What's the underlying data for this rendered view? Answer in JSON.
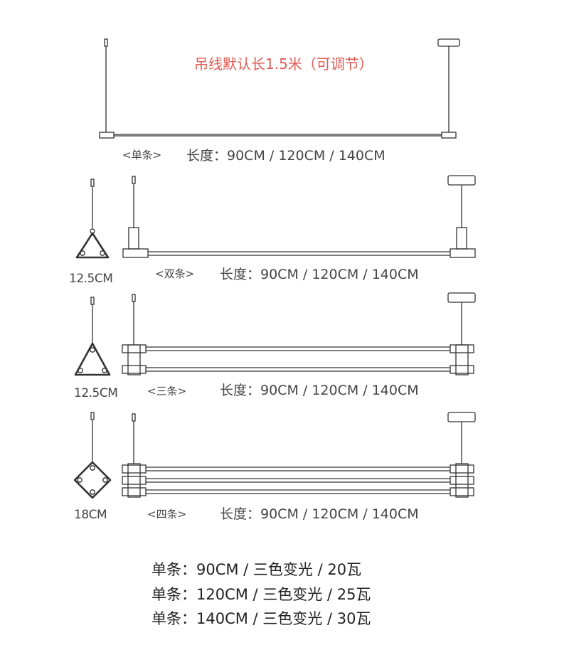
{
  "note": "吊线默认长1.5米（可调节）",
  "variants": [
    {
      "tag": "<单条>",
      "length": "长度：90CM / 120CM / 140CM",
      "size": ""
    },
    {
      "tag": "<双条>",
      "length": "长度：90CM / 120CM / 140CM",
      "size": "12.5CM"
    },
    {
      "tag": "<三条>",
      "length": "长度：90CM / 120CM / 140CM",
      "size": "12.5CM"
    },
    {
      "tag": "<四条>",
      "length": "长度：90CM / 120CM / 140CM",
      "size": "18CM"
    }
  ],
  "specs": [
    "单条：90CM / 三色变光 / 20瓦",
    "单条：120CM / 三色变光 / 25瓦",
    "单条：140CM / 三色变光 / 30瓦"
  ],
  "colors": {
    "line": "#333333",
    "note": "#e05a52"
  }
}
